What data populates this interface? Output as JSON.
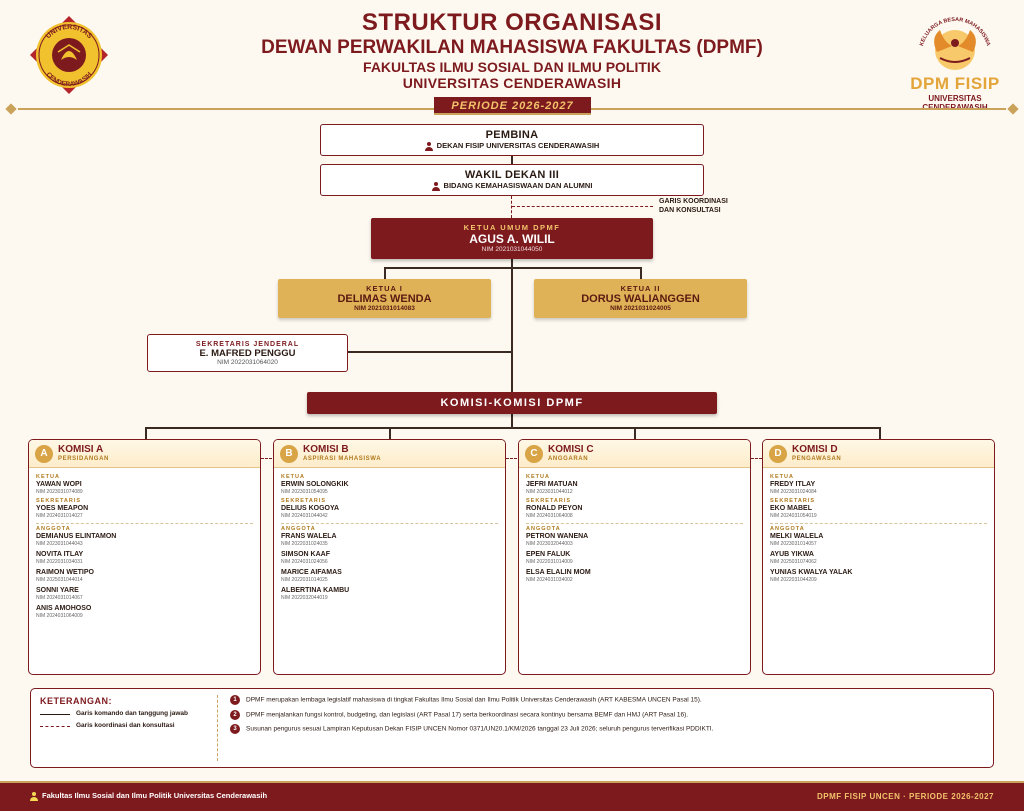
{
  "header": {
    "line1": "STRUKTUR ORGANISASI",
    "line2": "DEWAN PERWAKILAN MAHASISWA FAKULTAS (DPMF)",
    "line3": "FAKULTAS ILMU SOSIAL DAN ILMU POLITIK",
    "line4": "UNIVERSITAS CENDERAWASIH",
    "periode": "PERIODE 2026-2027"
  },
  "logo_left": {
    "arc_top": "UNIVERSITAS",
    "arc_bottom": "CENDERAWASIH"
  },
  "logo_right": {
    "arc_text": "KELUARGA BESAR MAHASISWA",
    "title": "DPM FISIP",
    "subtitle": "UNIVERSITAS CENDERAWASIH"
  },
  "pembina": {
    "title": "PEMBINA",
    "subtitle": "DEKAN FISIP UNIVERSITAS CENDERAWASIH"
  },
  "wakil_dekan": {
    "title": "WAKIL DEKAN III",
    "subtitle": "BIDANG KEMAHASISWAAN DAN ALUMNI"
  },
  "coordination_note": {
    "line1": "GARIS KOORDINASI",
    "line2": "DAN KONSULTASI"
  },
  "ketua_umum": {
    "role": "KETUA UMUM DPMF",
    "name": "AGUS A. WILIL",
    "nim": "NIM 2021031044050"
  },
  "ketua_1": {
    "role": "KETUA I",
    "name": "DELIMAS WENDA",
    "nim": "NIM 2021031014083"
  },
  "ketua_2": {
    "role": "KETUA II",
    "name": "DORUS WALIANGGEN",
    "nim": "NIM 2021031024005"
  },
  "sekjen": {
    "role": "SEKRETARIS JENDERAL",
    "name": "E. MAFRED PENGGU",
    "nim": "NIM 2022031064020"
  },
  "komisi_bar": "KOMISI-KOMISI DPMF",
  "komisi": [
    {
      "letter": "A",
      "name": "KOMISI A",
      "sub": "PERSIDANGAN",
      "ketua_label": "KETUA",
      "ketua": {
        "name": "YAWAN WOPI",
        "nim": "NIM 2023031074089"
      },
      "sekretaris_label": "SEKRETARIS",
      "sekretaris": {
        "name": "YOES MEAPON",
        "nim": "NIM 2024031014027"
      },
      "anggota_label": "ANGGOTA",
      "anggota": [
        {
          "name": "DEMIANUS ELINTAMON",
          "nim": "NIM 2023031044043"
        },
        {
          "name": "NOVITA ITLAY",
          "nim": "NIM 2022031034031"
        },
        {
          "name": "RAIMON WETIPO",
          "nim": "NIM 2025031044014"
        },
        {
          "name": "SONNI YARE",
          "nim": "NIM 2024031014067"
        },
        {
          "name": "ANIS AMOHOSO",
          "nim": "NIM 2024031064009"
        }
      ]
    },
    {
      "letter": "B",
      "name": "KOMISI B",
      "sub": "ASPIRASI MAHASISWA",
      "ketua_label": "KETUA",
      "ketua": {
        "name": "ERWIN SOLONGKIK",
        "nim": "NIM 2023031054095"
      },
      "sekretaris_label": "SEKRETARIS",
      "sekretaris": {
        "name": "DELIUS KOGOYA",
        "nim": "NIM 2024031044042"
      },
      "anggota_label": "ANGGOTA",
      "anggota": [
        {
          "name": "FRANS WALELA",
          "nim": "NIM 2022031024035"
        },
        {
          "name": "SIMSON KAAF",
          "nim": "NIM 2024031024056"
        },
        {
          "name": "MARICE AIFAMAS",
          "nim": "NIM 2022031014025"
        },
        {
          "name": "ALBERTINA KAMBU",
          "nim": "NIM 2022032044019"
        }
      ]
    },
    {
      "letter": "C",
      "name": "KOMISI C",
      "sub": "ANGGARAN",
      "ketua_label": "KETUA",
      "ketua": {
        "name": "JEFRI MATUAN",
        "nim": "NIM 2023031044012"
      },
      "sekretaris_label": "SEKRETARIS",
      "sekretaris": {
        "name": "RONALD PEYON",
        "nim": "NIM 2024031064008"
      },
      "anggota_label": "ANGGOTA",
      "anggota": [
        {
          "name": "PETRON WANENA",
          "nim": "NIM 2023032044003"
        },
        {
          "name": "EPEN FALUK",
          "nim": "NIM 2022031014009"
        },
        {
          "name": "ELSA ELALIN MOM",
          "nim": "NIM 2024031034002"
        }
      ]
    },
    {
      "letter": "D",
      "name": "KOMISI D",
      "sub": "PENGAWASAN",
      "ketua_label": "KETUA",
      "ketua": {
        "name": "FREDY ITLAY",
        "nim": "NIM 2023031024084"
      },
      "sekretaris_label": "SEKRETARIS",
      "sekretaris": {
        "name": "EKO MABEL",
        "nim": "NIM 2024031054019"
      },
      "anggota_label": "ANGGOTA",
      "anggota": [
        {
          "name": "MELKI WALELA",
          "nim": "NIM 2023031014057"
        },
        {
          "name": "AYUB YIKWA",
          "nim": "NIM 2025031074062"
        },
        {
          "name": "YUNIAS KWALYA YALAK",
          "nim": "NIM 2022031044209"
        }
      ]
    }
  ],
  "legend": {
    "title": "KETERANGAN:",
    "solid": "Garis komando dan tanggung jawab",
    "dashed": "Garis koordinasi dan konsultasi",
    "notes": [
      "DPMF merupakan lembaga legislatif mahasiswa di tingkat Fakultas Ilmu Sosial dan Ilmu Politik Universitas Cenderawasih (ART KABESMA UNCEN Pasal 15).",
      "DPMF menjalankan fungsi kontrol, budgeting, dan legislasi (ART Pasal 17) serta berkoordinasi secara kontinyu bersama BEMF dan HMJ (ART Pasal 16).",
      "Susunan pengurus sesuai Lampiran Keputusan Dekan FISIP UNCEN Nomor 0371/UN20.1/KM/2026 tanggal 23 Juli 2026; seluruh pengurus terverifikasi PDDIKTI."
    ]
  },
  "footer": {
    "left": "Fakultas Ilmu Sosial dan Ilmu Politik Universitas Cenderawasih",
    "right": "DPMF FISIP UNCEN · PERIODE 2026-2027"
  }
}
